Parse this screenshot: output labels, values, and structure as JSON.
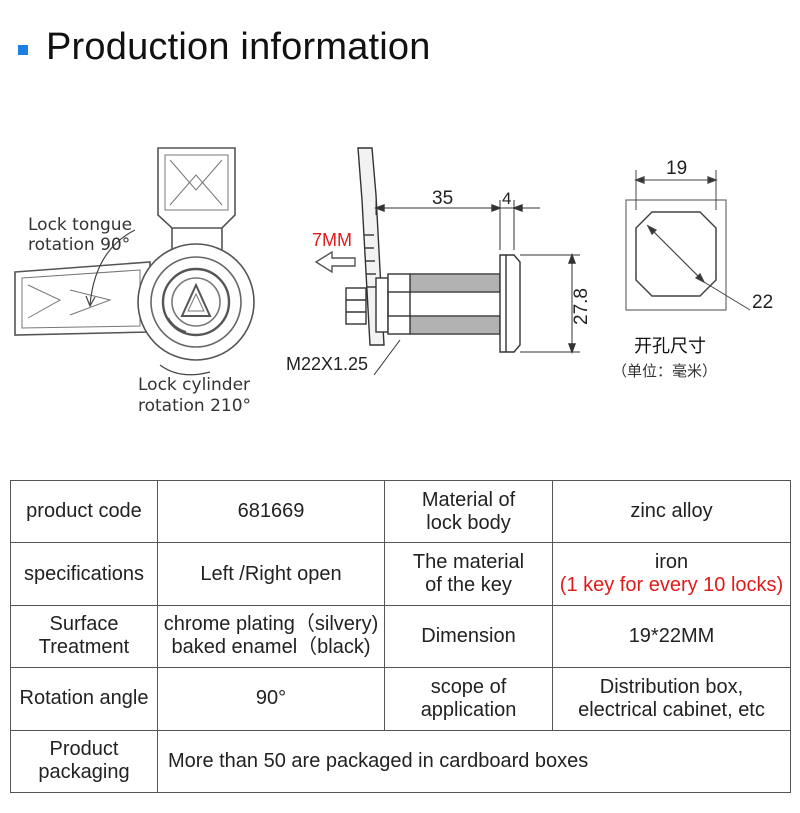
{
  "header": {
    "title": "Production information"
  },
  "drawing": {
    "lock_tongue_line1": "Lock tongue",
    "lock_tongue_line2": "rotation 90°",
    "lock_cylinder_line1": "Lock cylinder",
    "lock_cylinder_line2": "rotation 210°",
    "dim_35": "35",
    "dim_4": "4",
    "dim_7mm": "7MM",
    "dim_27_8": "27.8",
    "thread": "M22X1.25",
    "dim_19": "19",
    "dim_22": "22",
    "cutout_title": "开孔尺寸",
    "cutout_unit": "（单位：毫米）"
  },
  "table": {
    "rows": [
      {
        "label": "product code",
        "value": "681669",
        "label2_1": "Material of",
        "label2_2": "lock body",
        "value2": "zinc alloy"
      },
      {
        "label": "specifications",
        "value": "Left /Right open",
        "label2_1": "The material",
        "label2_2": "of the key",
        "value2_1": "iron",
        "value2_2": "(1 key for every 10 locks)"
      },
      {
        "label_1": "Surface",
        "label_2": "Treatment",
        "value_1": "chrome plating（silvery)",
        "value_2": "baked enamel（black)",
        "label2": "Dimension",
        "value2": "19*22MM"
      },
      {
        "label": "Rotation angle",
        "value": "90°",
        "label2_1": "scope of",
        "label2_2": "application",
        "value2_1": "Distribution box,",
        "value2_2": "electrical cabinet, etc"
      },
      {
        "label_1": "Product",
        "label_2": "packaging",
        "value": "More than 50 are packaged in cardboard boxes"
      }
    ]
  },
  "colors": {
    "accent": "#1d7fe0",
    "highlight": "#e01b1b"
  }
}
